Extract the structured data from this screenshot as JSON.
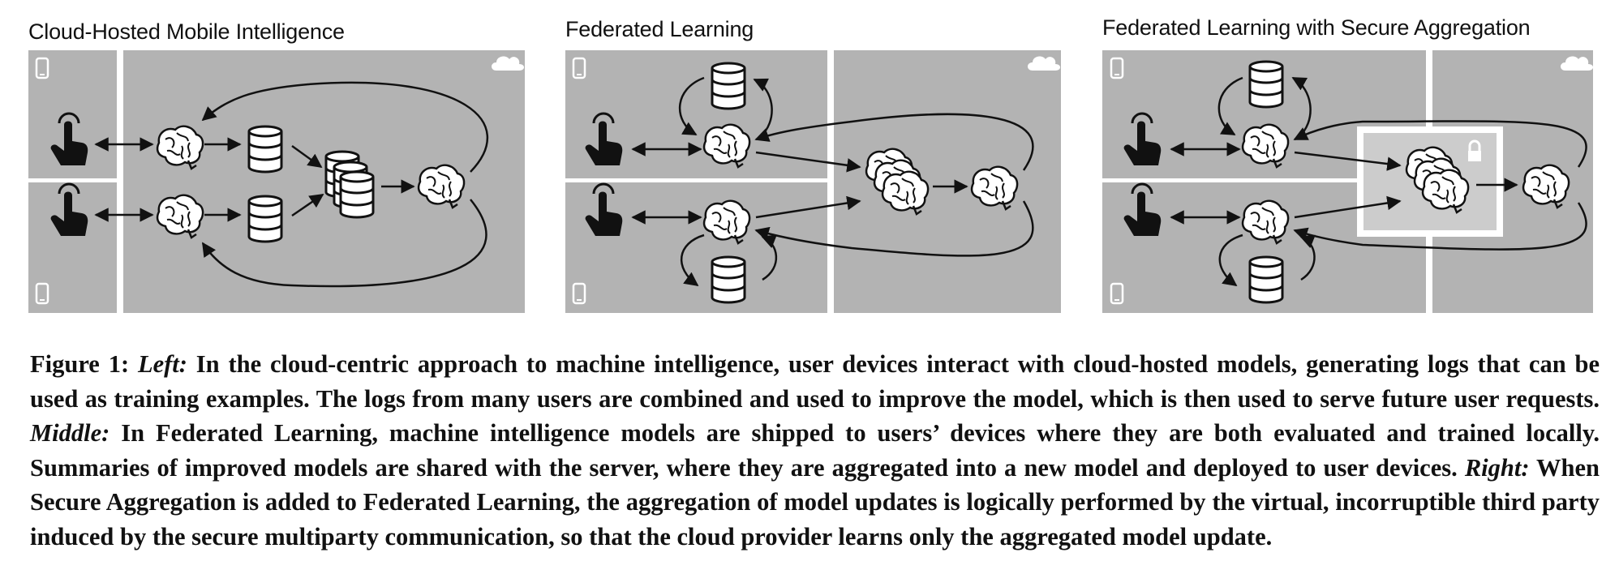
{
  "panels": [
    {
      "title": "Cloud-Hosted Mobile Intelligence"
    },
    {
      "title": "Federated Learning"
    },
    {
      "title": "Federated Learning with Secure Aggregation"
    }
  ],
  "caption": {
    "figure_label": "Figure 1:",
    "left_label": "Left:",
    "left_text": "In the cloud-centric approach to machine intelligence, user devices interact with cloud-hosted models, generating logs that can be used as training examples. The logs from many users are combined and used to improve the model, which is then used to serve future user requests.",
    "middle_label": "Middle:",
    "middle_text": "In Federated Learning, machine intelligence models are shipped to users’ devices where they are both evaluated and trained locally. Summaries of improved models are shared with the server, where they are aggregated into a new model and deployed to user devices.",
    "right_label": "Right:",
    "right_text": "When Secure Aggregation is added to Federated Learning, the aggregation of model updates is logically performed by the virtual, incorruptible third party induced by the secure multiparty communication, so that the cloud provider learns only the aggregated model update."
  },
  "colors": {
    "panel_gray": "#b3b3b3",
    "enclave_light": "#cccccc",
    "ink": "#111111"
  }
}
